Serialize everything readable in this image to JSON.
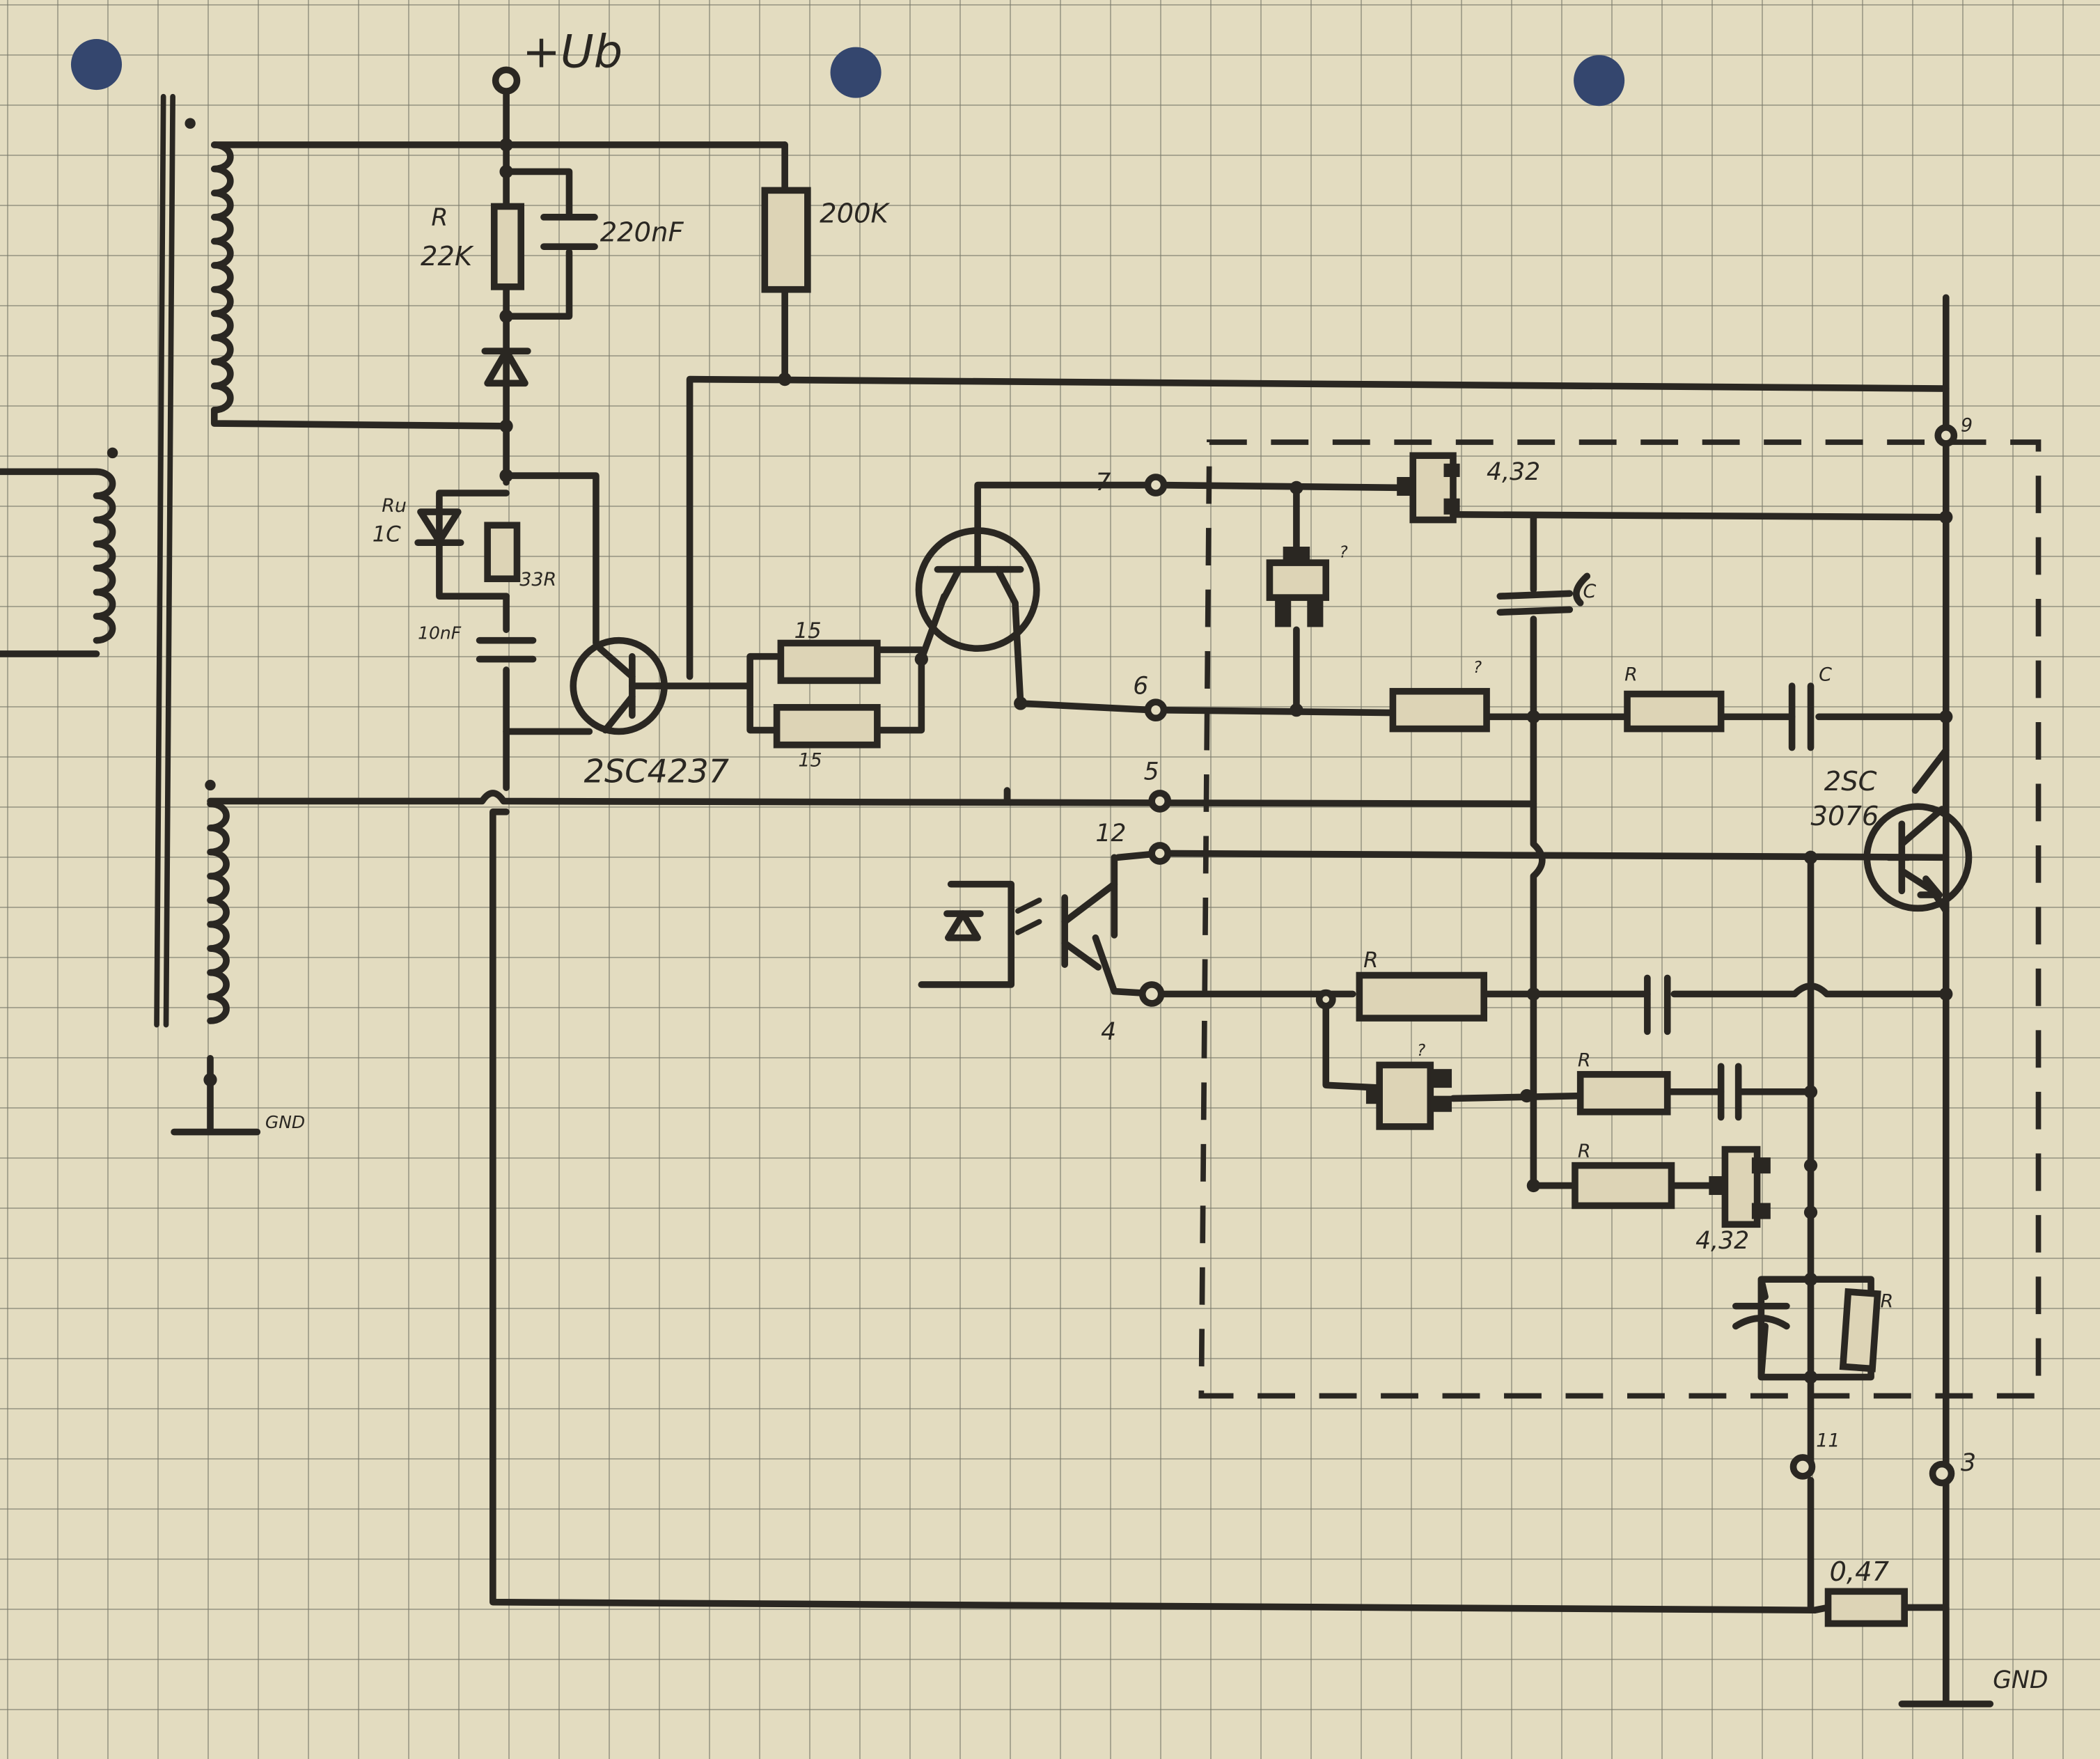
{
  "labels": {
    "supply": "+Ub",
    "r_top": "R",
    "r_top_value": "22K",
    "cap_top": "220nF",
    "r_200k": "200K",
    "diode_label_a": "Ru",
    "diode_label_b": "1C",
    "r_33": "33R",
    "cap_10nf": "10nF",
    "transistor_left": "2SC4237",
    "r_15_upper": "15",
    "r_15_lower": "15",
    "node_7": "7",
    "node_6": "6",
    "node_5": "5",
    "node_12": "12",
    "node_4": "4",
    "node_9": "9",
    "node_3": "3",
    "node_11": "11",
    "ic_top": "4,32",
    "ic_small": "?",
    "cap_c1": "C",
    "r_mid_q": "?",
    "r_mid": "R",
    "cap_c2": "C",
    "transistor_right_a": "2SC",
    "transistor_right_b": "3076",
    "r_low": "R",
    "ic_mid": "?",
    "r_low2": "R",
    "r_low3": "R",
    "ic_low": "4,32",
    "r_bottom": "R",
    "r_shunt": "0,47",
    "gnd_left": "GND",
    "gnd_right": "GND"
  },
  "colors": {
    "paper": "#e3dcc0",
    "grid": "#787869",
    "ink": "#2a2722",
    "binder_hole": "#34466e"
  }
}
